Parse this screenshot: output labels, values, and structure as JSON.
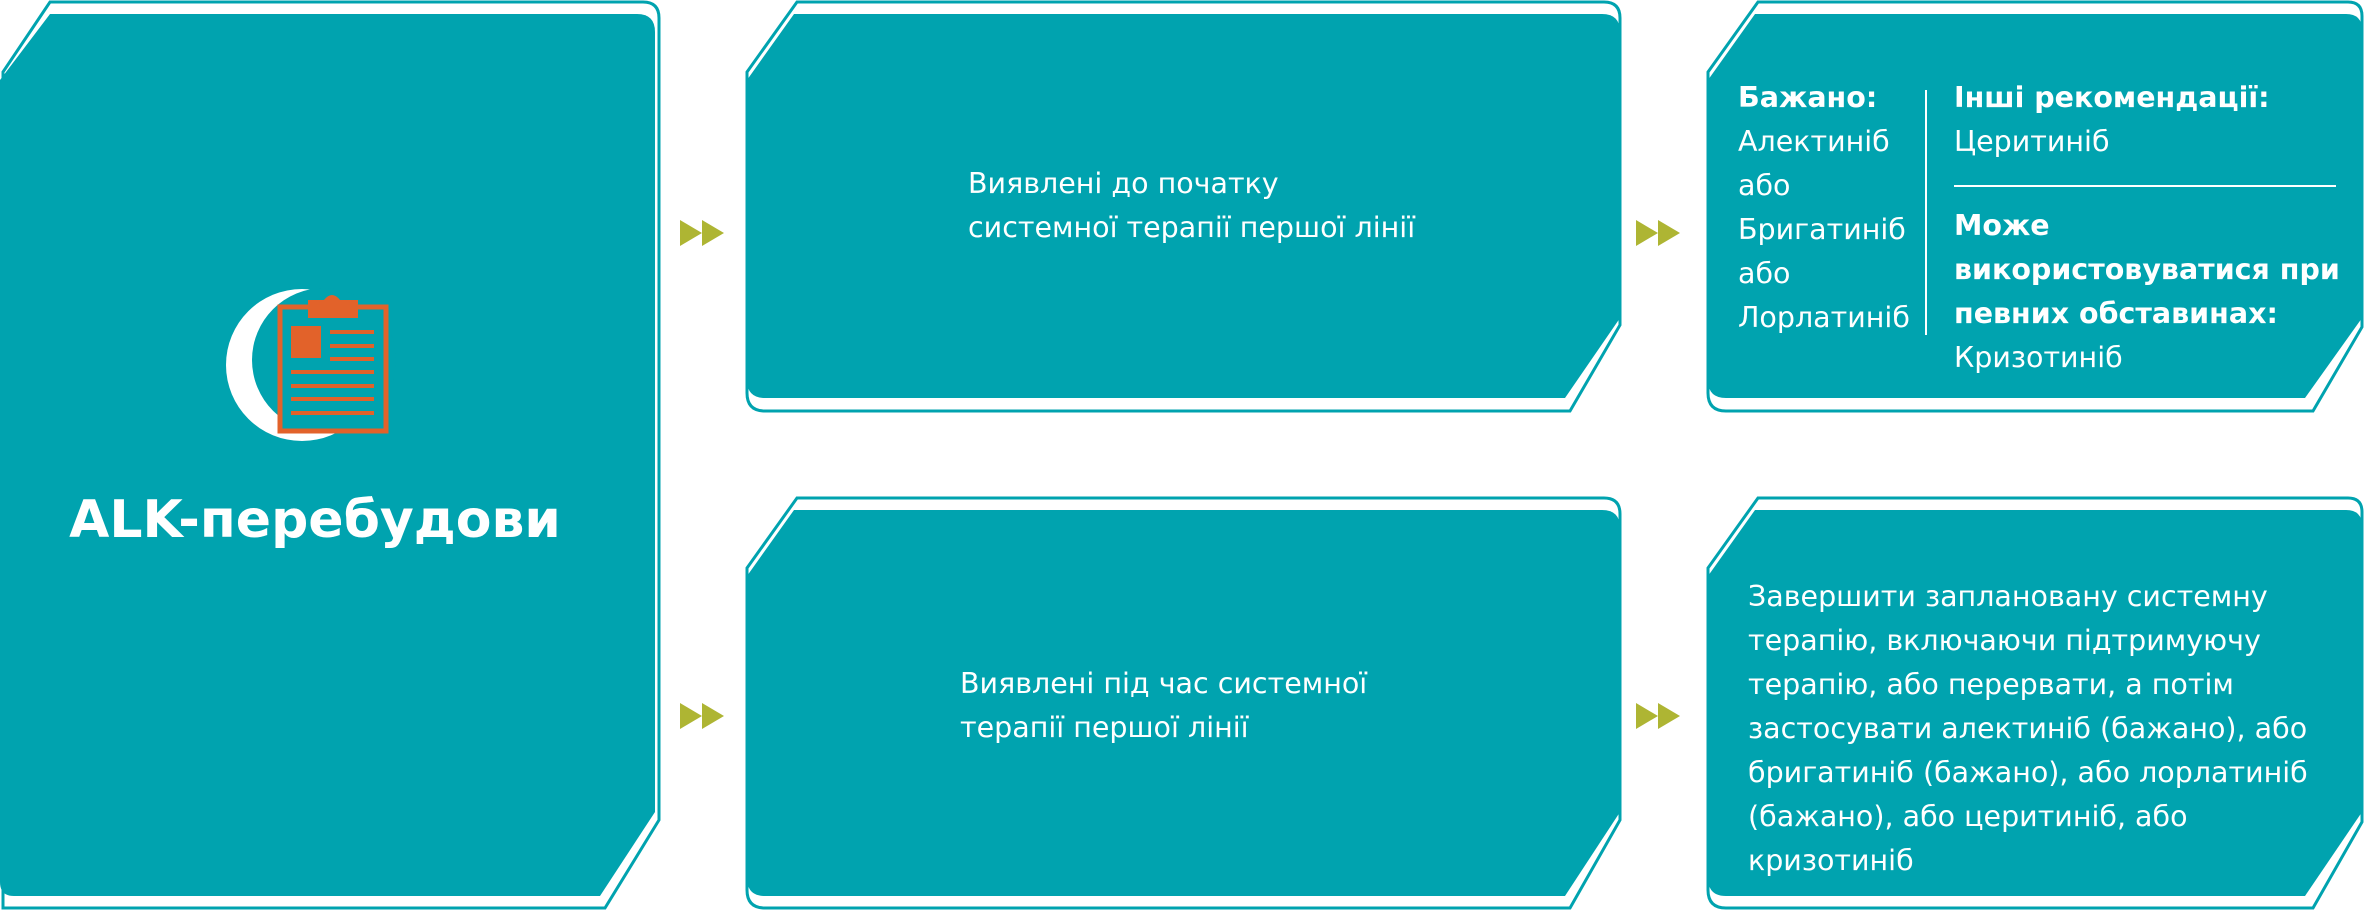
{
  "colors": {
    "teal": "#00A3AF",
    "arrow": "#AEB533",
    "icon": "#E2622A"
  },
  "left_panel": {
    "title": "ALK-перебудови",
    "icon": "clipboard-icon"
  },
  "row1": {
    "condition": "Виявлені до початку системної терапії першої лінії",
    "preferred_label": "Бажано:",
    "preferred_items": [
      "Алектиніб",
      "або",
      "Бригатиніб",
      "або",
      "Лорлатиніб"
    ],
    "other_label": "Інші рекомендації:",
    "other_value": "Церитиніб",
    "conditional_label": "Може використовуватися при певних обставинах:",
    "conditional_value": "Кризотиніб"
  },
  "row2": {
    "condition": "Виявлені під час системної терапії першої лінії",
    "recommendation": "Завершити заплановану системну терапію, включаючи підтримуючу терапію, або перервати, а потім застосувати алектиніб (бажано), або бригатиніб (бажано), або лорлатиніб (бажано), або церитиніб, або кризотиніб"
  }
}
